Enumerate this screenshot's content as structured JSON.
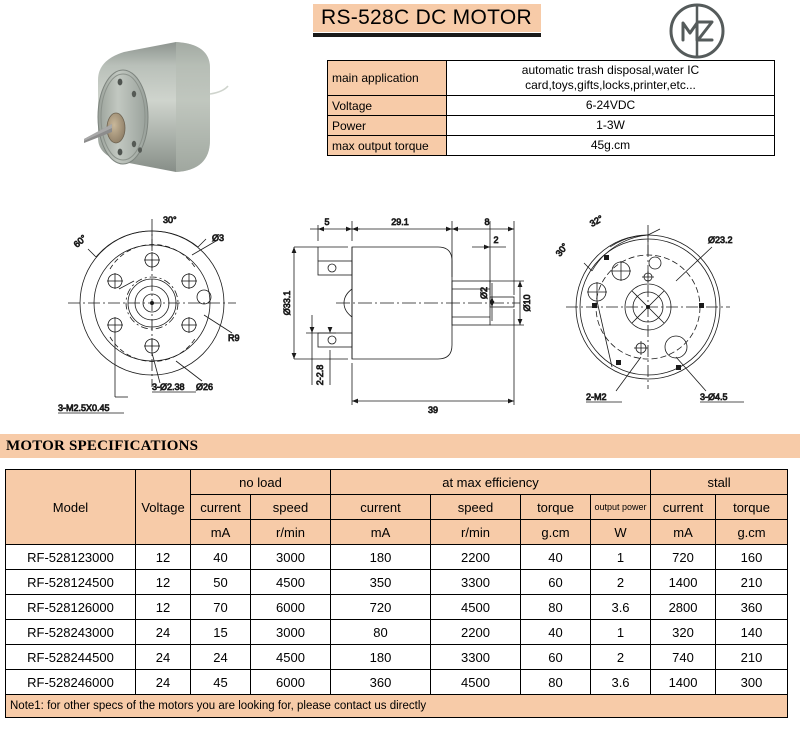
{
  "header": {
    "title": "RS-528C DC MOTOR",
    "logo_name": "mz-logo",
    "logo_text": "MZ"
  },
  "photo": {
    "alt": "dc-motor-photo"
  },
  "application_table": {
    "rows": [
      {
        "label": "main application",
        "value": "automatic trash disposal,water IC card,toys,gifts,locks,printer,etc..."
      },
      {
        "label": "Voltage",
        "value": "6-24VDC"
      },
      {
        "label": "Power",
        "value": "1-3W"
      },
      {
        "label": "max output torque",
        "value": "45g.cm"
      }
    ]
  },
  "drawings": {
    "front_view": {
      "name": "front-view-drawing",
      "labels": [
        "60°",
        "30°",
        "Ø3",
        "R9",
        "Ø26",
        "3-Ø2.38",
        "3-M2.5X0.45"
      ]
    },
    "side_view": {
      "name": "side-view-drawing",
      "labels": [
        "5",
        "29.1",
        "8",
        "2",
        "Ø33.1",
        "Ø2",
        "Ø10",
        "2-2.8",
        "39"
      ]
    },
    "rear_view": {
      "name": "rear-view-drawing",
      "labels": [
        "32°",
        "30°",
        "Ø23.2",
        "2-M2",
        "3-Ø4.5"
      ]
    }
  },
  "section": {
    "banner_title": "MOTOR SPECIFICATIONS"
  },
  "spec_table": {
    "group_headers": {
      "model": "Model",
      "voltage": "Voltage",
      "no_load": "no load",
      "at_max_efficiency": "at max efficiency",
      "stall": "stall"
    },
    "sub_headers": {
      "no_load_current": "current",
      "no_load_speed": "speed",
      "eff_current": "current",
      "eff_speed": "speed",
      "eff_torque": "torque",
      "eff_output_power": "output power",
      "stall_current": "current",
      "stall_torque": "torque"
    },
    "units": {
      "no_load_current": "mA",
      "no_load_speed": "r/min",
      "eff_current": "mA",
      "eff_speed": "r/min",
      "eff_torque": "g.cm",
      "eff_output_power": "W",
      "stall_current": "mA",
      "stall_torque": "g.cm"
    },
    "rows": [
      {
        "model": "RF-528123000",
        "voltage": "12",
        "nl_current": "40",
        "nl_speed": "3000",
        "eff_current": "180",
        "eff_speed": "2200",
        "eff_torque": "40",
        "eff_power": "1",
        "stall_current": "720",
        "stall_torque": "160"
      },
      {
        "model": "RF-528124500",
        "voltage": "12",
        "nl_current": "50",
        "nl_speed": "4500",
        "eff_current": "350",
        "eff_speed": "3300",
        "eff_torque": "60",
        "eff_power": "2",
        "stall_current": "1400",
        "stall_torque": "210"
      },
      {
        "model": "RF-528126000",
        "voltage": "12",
        "nl_current": "70",
        "nl_speed": "6000",
        "eff_current": "720",
        "eff_speed": "4500",
        "eff_torque": "80",
        "eff_power": "3.6",
        "stall_current": "2800",
        "stall_torque": "360"
      },
      {
        "model": "RF-528243000",
        "voltage": "24",
        "nl_current": "15",
        "nl_speed": "3000",
        "eff_current": "80",
        "eff_speed": "2200",
        "eff_torque": "40",
        "eff_power": "1",
        "stall_current": "320",
        "stall_torque": "140"
      },
      {
        "model": "RF-528244500",
        "voltage": "24",
        "nl_current": "24",
        "nl_speed": "4500",
        "eff_current": "180",
        "eff_speed": "3300",
        "eff_torque": "60",
        "eff_power": "2",
        "stall_current": "740",
        "stall_torque": "210"
      },
      {
        "model": "RF-528246000",
        "voltage": "24",
        "nl_current": "45",
        "nl_speed": "6000",
        "eff_current": "360",
        "eff_speed": "4500",
        "eff_torque": "80",
        "eff_power": "3.6",
        "stall_current": "1400",
        "stall_torque": "300"
      }
    ],
    "note": "Note1: for other specs of the motors you are looking for, please contact us directly"
  },
  "colors": {
    "accent_peach": "#f7cba8",
    "border": "#000000",
    "text": "#000000"
  }
}
